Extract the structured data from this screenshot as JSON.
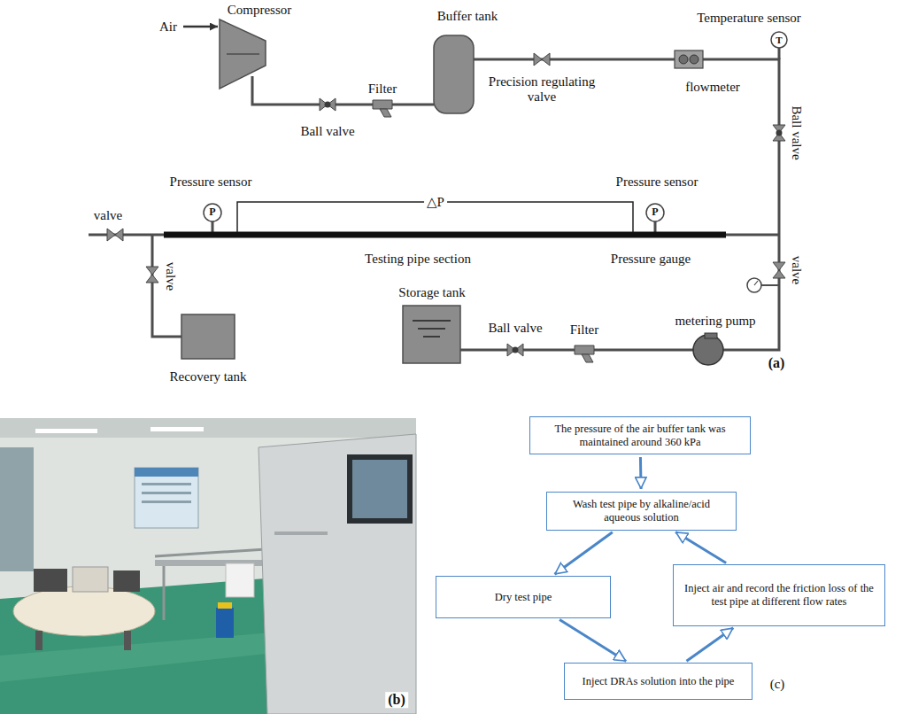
{
  "diagram": {
    "nodes": [
      {
        "text": [
          "The pressure of the air buffer tank was maintained around 360 kPa"
        ]
      },
      {
        "text": [
          "Wash test pipe by alkaline/acid aqueous solution"
        ]
      },
      {
        "text": [
          "Dry test pipe"
        ]
      },
      {
        "text": [
          "Inject air and record the friction loss of the test pipe at different flow rates"
        ]
      },
      {
        "text": [
          "Inject DRAs solution into the pipe"
        ]
      }
    ],
    "edges": [
      {
        "from": 0,
        "to": 1,
        "arrow": "to"
      },
      {
        "from": 1,
        "to": 2,
        "arrow": "to"
      },
      {
        "from": 2,
        "to": 4,
        "arrow": "to"
      },
      {
        "from": 4,
        "to": 3,
        "arrow": "to"
      },
      {
        "from": 3,
        "to": 1,
        "arrow": "to"
      }
    ],
    "labels": [
      "Air",
      "Compressor",
      "Buffer tank",
      "Temperature sensor",
      "T",
      "Ball valve",
      "Filter",
      "Precision regulating valve",
      "flowmeter",
      "Ball valve",
      "Pressure sensor",
      "△P",
      "Pressure sensor",
      "P",
      "P",
      "valve",
      "valve",
      "Testing pipe section",
      "Pressure gauge",
      "valve",
      "Recovery tank",
      "Storage tank",
      "Ball valve",
      "Filter",
      "metering pump",
      "(a)",
      "(b)",
      "(c)"
    ]
  }
}
